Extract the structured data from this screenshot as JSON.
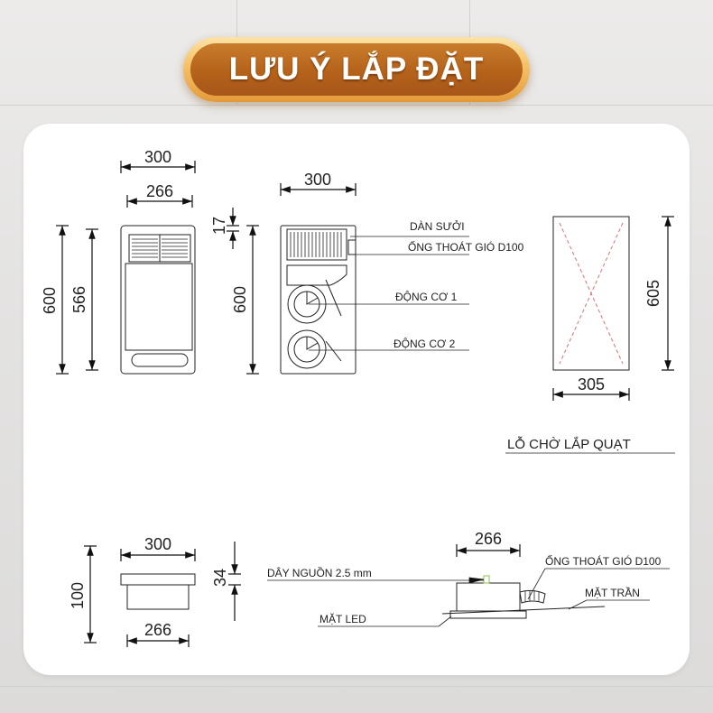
{
  "title": "LƯU Ý LẮP ĐẶT",
  "front_view": {
    "width_outer": "300",
    "width_inner": "266",
    "height_outer": "600",
    "height_inner": "566"
  },
  "side_view": {
    "width": "300",
    "top_offset": "17",
    "height": "600",
    "labels": {
      "heater": "DÀN SƯỞI",
      "duct": "ỐNG THOÁT GIÓ D100",
      "motor1": "ĐỘNG CƠ 1",
      "motor2": "ĐỘNG CƠ 2"
    }
  },
  "opening": {
    "height": "605",
    "width": "305",
    "caption": "LỖ CHỜ LẮP QUẠT"
  },
  "bottom_view": {
    "width_top": "300",
    "width_bottom": "266",
    "height": "100",
    "flange": "34"
  },
  "install_view": {
    "width": "266",
    "labels": {
      "power_cable": "DÂY NGUỒN 2.5 mm",
      "duct": "ỐNG THOÁT GIÓ D100",
      "ceiling": "MẶT TRẦN",
      "led_face": "MẶT LED"
    }
  },
  "colors": {
    "banner_outer": "#f6c46c",
    "banner_inner": "#b5621a",
    "line": "#222222",
    "cut_marks": "#e07070"
  }
}
